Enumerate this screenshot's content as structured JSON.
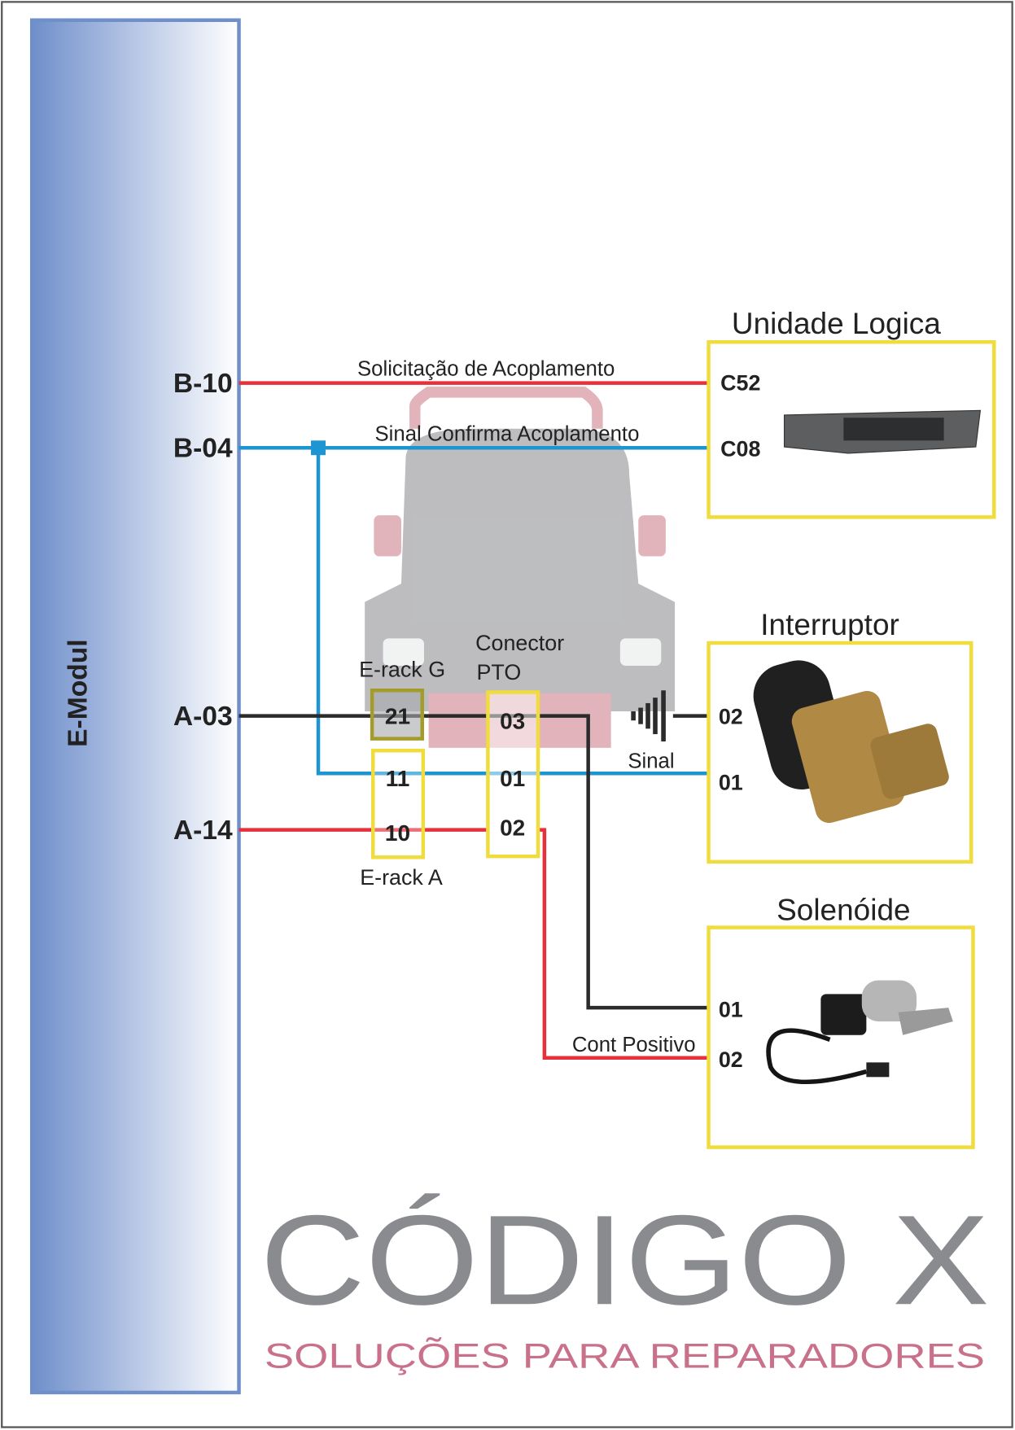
{
  "module": {
    "name": "E-Modul",
    "pins": {
      "b10": "B-10",
      "b04": "B-04",
      "a03": "A-03",
      "a14": "A-14"
    }
  },
  "wires": {
    "b10_label": "Solicitação de Acoplamento",
    "b04_label": "Sinal Confirma Acoplamento",
    "signal_label": "Sinal",
    "positive_label": "Cont Positivo"
  },
  "connectors": {
    "erack_g": {
      "label": "E-rack G",
      "pin": "21"
    },
    "erack_a": {
      "label": "E-rack A",
      "pins": [
        "11",
        "10"
      ]
    },
    "pto": {
      "label_line1": "Conector",
      "label_line2": "PTO",
      "pins": [
        "03",
        "01",
        "02"
      ]
    }
  },
  "components": {
    "logic_unit": {
      "title": "Unidade Logica",
      "pins": [
        "C52",
        "C08"
      ]
    },
    "switch": {
      "title": "Interruptor",
      "pins": [
        "02",
        "01"
      ]
    },
    "solenoid": {
      "title": "Solenóide",
      "pins": [
        "01",
        "02"
      ]
    }
  },
  "watermark": {
    "brand": "CÓDIGO X",
    "tagline": "SOLUÇÕES PARA REPARADORES"
  },
  "colors": {
    "red": "#e8303a",
    "blue": "#1e95d3",
    "black": "#2b2b2b",
    "yellow": "#f0dc3c",
    "olive": "#a39b2a",
    "module": "#6f8fcb"
  }
}
